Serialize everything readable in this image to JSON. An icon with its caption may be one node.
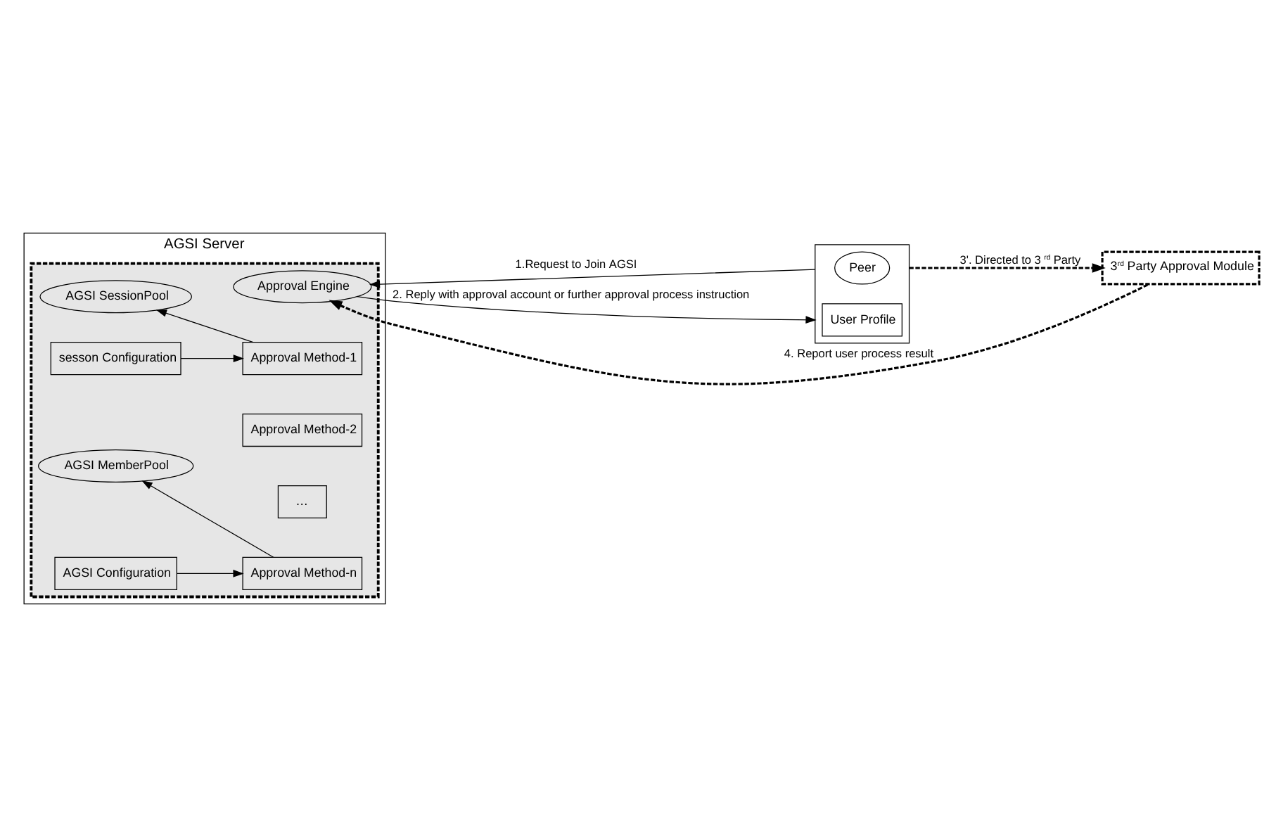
{
  "diagram": {
    "nodes": [
      {
        "text": [
          "AGSI Server"
        ]
      },
      {
        "text": [],
        "shape": "box",
        "in": 0
      },
      {
        "text": [
          "AGSI SessionPool"
        ],
        "in": 1
      },
      {
        "text": [
          "sesson Configuration"
        ],
        "in": 1
      },
      {
        "text": [
          "AGSI MemberPool"
        ],
        "in": 1
      },
      {
        "text": [
          "AGSI Configuration"
        ],
        "in": 1
      },
      {
        "text": [
          "Approval Engine"
        ],
        "in": 1
      },
      {
        "text": [
          "Approval Method-1"
        ],
        "in": 1
      },
      {
        "text": [
          "Approval Method-2"
        ],
        "in": 1
      },
      {
        "text": [
          "…"
        ],
        "in": 1
      },
      {
        "text": [
          "Approval Method-n"
        ],
        "in": 1
      },
      {
        "text": [],
        "shape": "box"
      },
      {
        "text": [
          "Peer"
        ],
        "in": 11
      },
      {
        "text": [
          "User Profile"
        ],
        "in": 11
      },
      {
        "text": [
          "3$^{rd}$ Party Approval Module"
        ]
      }
    ],
    "edges": [
      {
        "from": 3,
        "to": 7,
        "arrow": "to"
      },
      {
        "from": 5,
        "to": 10,
        "arrow": "to"
      },
      {
        "from": 7,
        "to": 2,
        "arrow": "to"
      },
      {
        "from": 10,
        "to": 4,
        "arrow": "to"
      },
      {
        "from": 11,
        "to": 6,
        "arrow": "to",
        "label": "1.Request to Join AGSI"
      },
      {
        "from": 6,
        "to": 11,
        "arrow": "to",
        "label": "2. Reply with approval account or further approval process instruction"
      },
      {
        "from": 11,
        "to": 14,
        "arrow": "to",
        "style": "dashed",
        "label": "3'. Directed to 3$^{rd}$ Party"
      },
      {
        "from": 14,
        "to": 6,
        "arrow": "to",
        "style": "dashed",
        "label": "4. Report user process result"
      }
    ]
  }
}
